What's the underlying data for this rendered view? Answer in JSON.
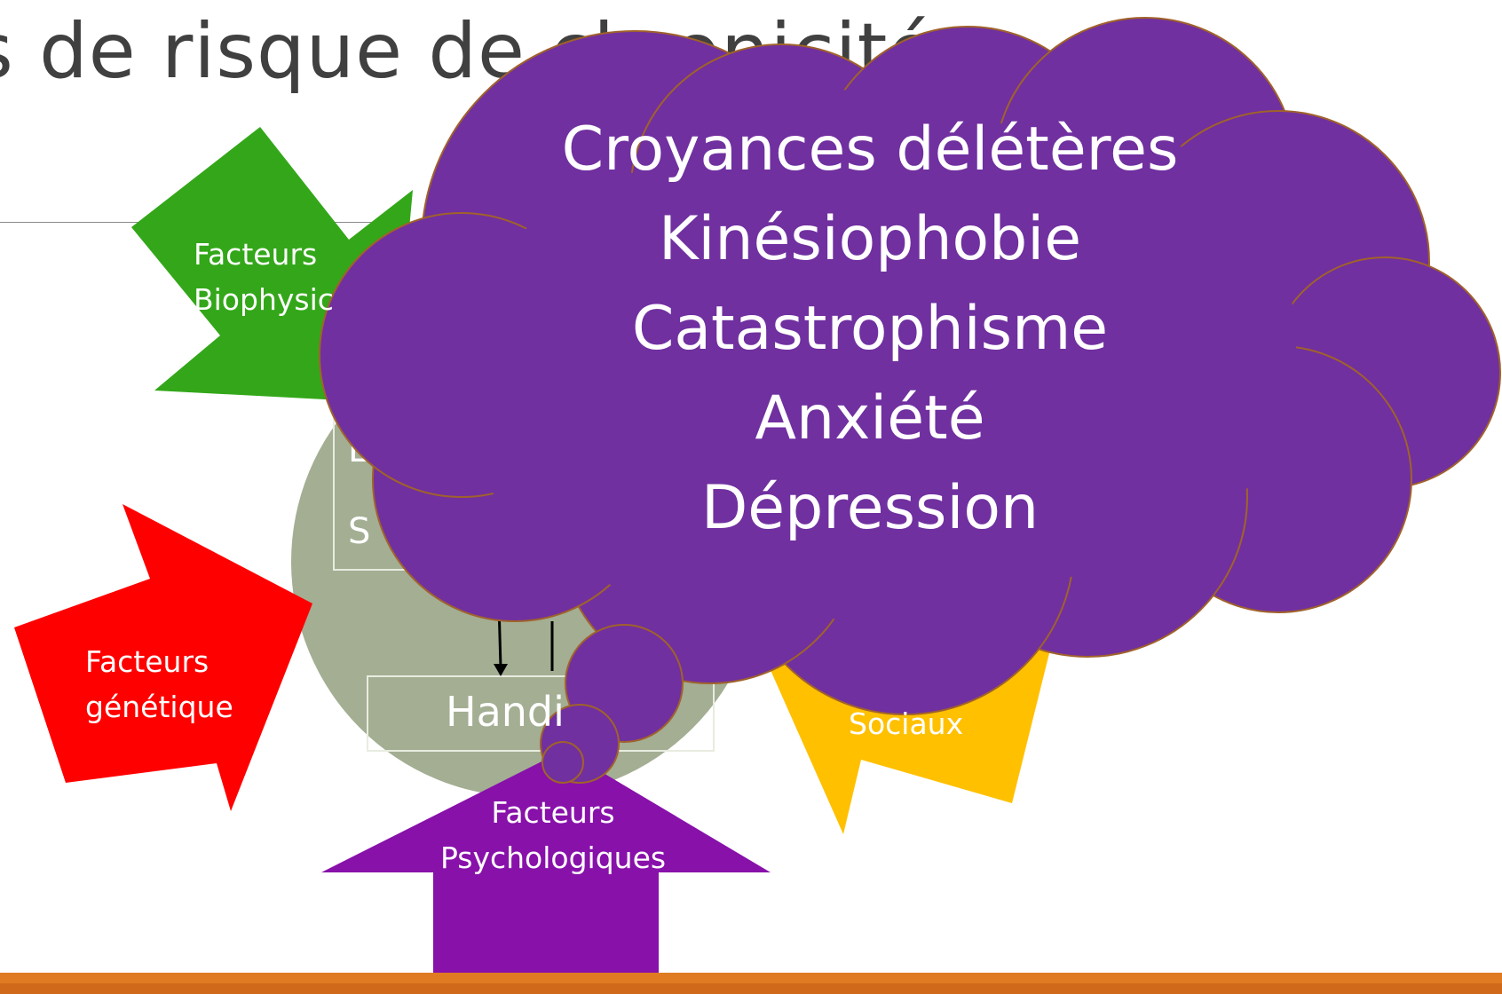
{
  "slide": {
    "title": "s de risque de chronicité"
  },
  "factors": {
    "biophysical": [
      "Facteurs",
      "Biophysic"
    ],
    "genetic": [
      "Facteurs",
      "génétique"
    ],
    "social": [
      "Sociaux"
    ],
    "psychological": [
      "Facteurs",
      "Psychologiques"
    ]
  },
  "center": {
    "handicap_label": "Handi"
  },
  "cloud": {
    "lines": [
      "Croyances délétères",
      "Kinésiophobie",
      "Catastrophisme",
      "Anxiété",
      "Dépression"
    ]
  },
  "colors": {
    "biophysical": "#33a719",
    "genetic": "#ff0000",
    "social": "#ffc000",
    "psychological": "#8811aa",
    "cloud": "#7030a0",
    "cloud_outline": "#a0622a",
    "circle": "#a3ae93",
    "accent_band": "#e07b22"
  }
}
